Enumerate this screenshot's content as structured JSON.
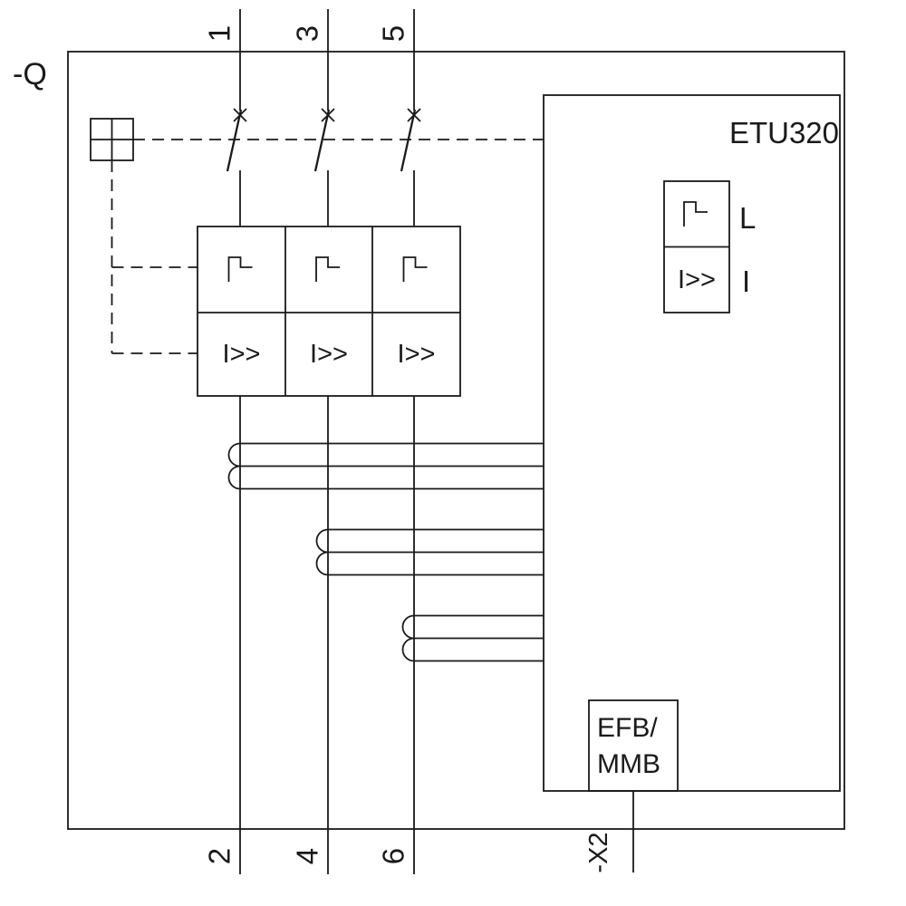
{
  "diagram": {
    "device_label": "-Q",
    "poles": {
      "top_terminals": [
        "1",
        "3",
        "5"
      ],
      "bottom_terminals": [
        "2",
        "4",
        "6"
      ]
    },
    "trip_grid": {
      "instantaneous_cells": [
        "I>>",
        "I>>",
        "I>>"
      ]
    },
    "etu": {
      "title": "ETU320",
      "function_box": {
        "instantaneous_text": "I>>",
        "long_time_label": "L",
        "instantaneous_label": "I"
      },
      "efb_box": {
        "line1": "EFB/",
        "line2": "MMB"
      }
    },
    "connector_label": "-X2",
    "colors": {
      "line": "#1a1a1a",
      "background": "#ffffff"
    }
  }
}
